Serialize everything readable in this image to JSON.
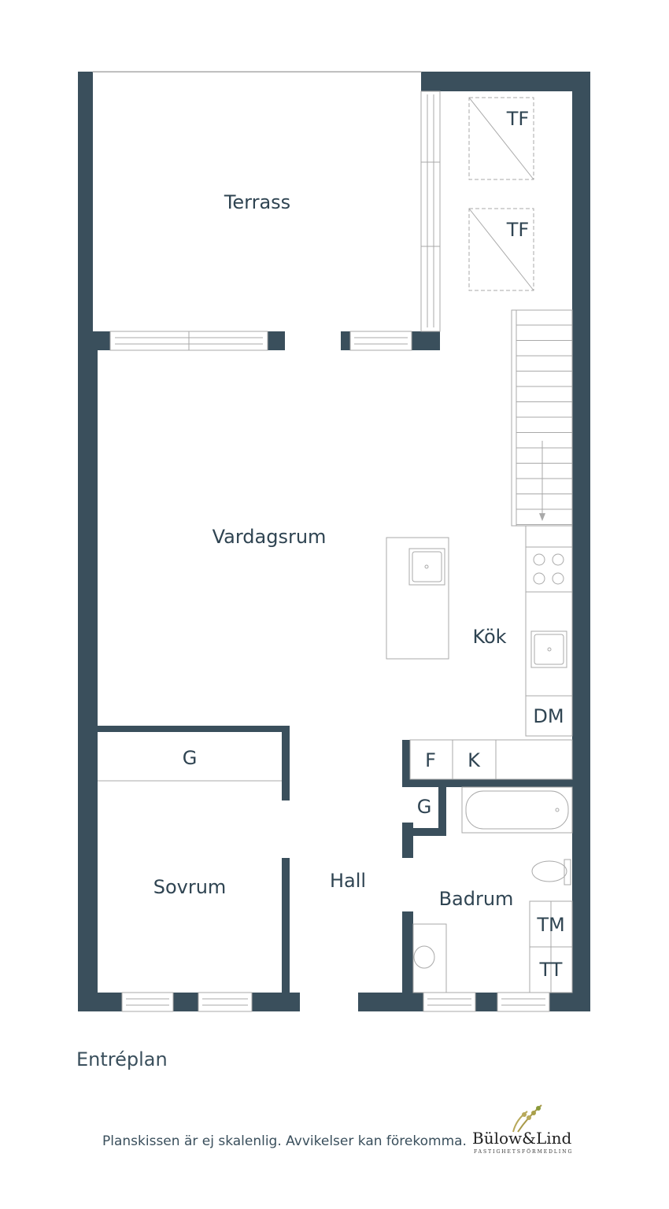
{
  "rooms": {
    "terrace": "Terrass",
    "living": "Vardagsrum",
    "kitchen": "Kök",
    "bedroom": "Sovrum",
    "hall": "Hall",
    "bathroom": "Badrum",
    "tf1": "TF",
    "tf2": "TF",
    "dm": "DM",
    "f": "F",
    "k": "K",
    "g_bedroom": "G",
    "g_hall": "G",
    "tm": "TM",
    "tt": "TT"
  },
  "plan_title": "Entréplan",
  "disclaimer": "Planskissen är ej skalenlig. Avvikelser kan förekomma.",
  "logo": {
    "name": "Bülow&Lind",
    "tagline": "FASTIGHETSFÖRMEDLING"
  },
  "colors": {
    "wall": "#3a4f5c",
    "text": "#2f4452"
  }
}
